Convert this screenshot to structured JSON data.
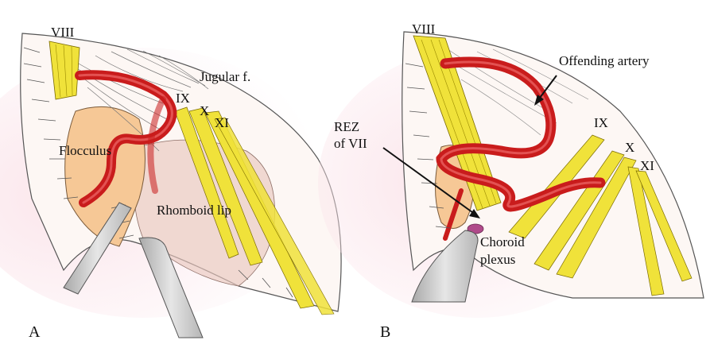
{
  "figure": {
    "panel_a": {
      "letter": "A",
      "labels": {
        "viii": "VIII",
        "jugular": "Jugular f.",
        "ix": "IX",
        "x": "X",
        "xi": "XI",
        "flocculus": "Flocculus",
        "rhomboid": "Rhomboid lip"
      }
    },
    "panel_b": {
      "letter": "B",
      "labels": {
        "viii": "VIII",
        "offending": "Offending artery",
        "ix": "IX",
        "x": "X",
        "xi": "XI",
        "rez_line1": "REZ",
        "rez_line2": "of VII",
        "choroid_line1": "Choroid",
        "choroid_line2": "plexus"
      }
    },
    "colors": {
      "nerve": "#f0e23a",
      "artery": "#c91c1c",
      "flocculus": "#f6c896",
      "rhomboid": "#e9c7bf",
      "background_tint": "#fbe4ea",
      "retractor": "#cfcfcf",
      "outline": "#333333"
    }
  }
}
